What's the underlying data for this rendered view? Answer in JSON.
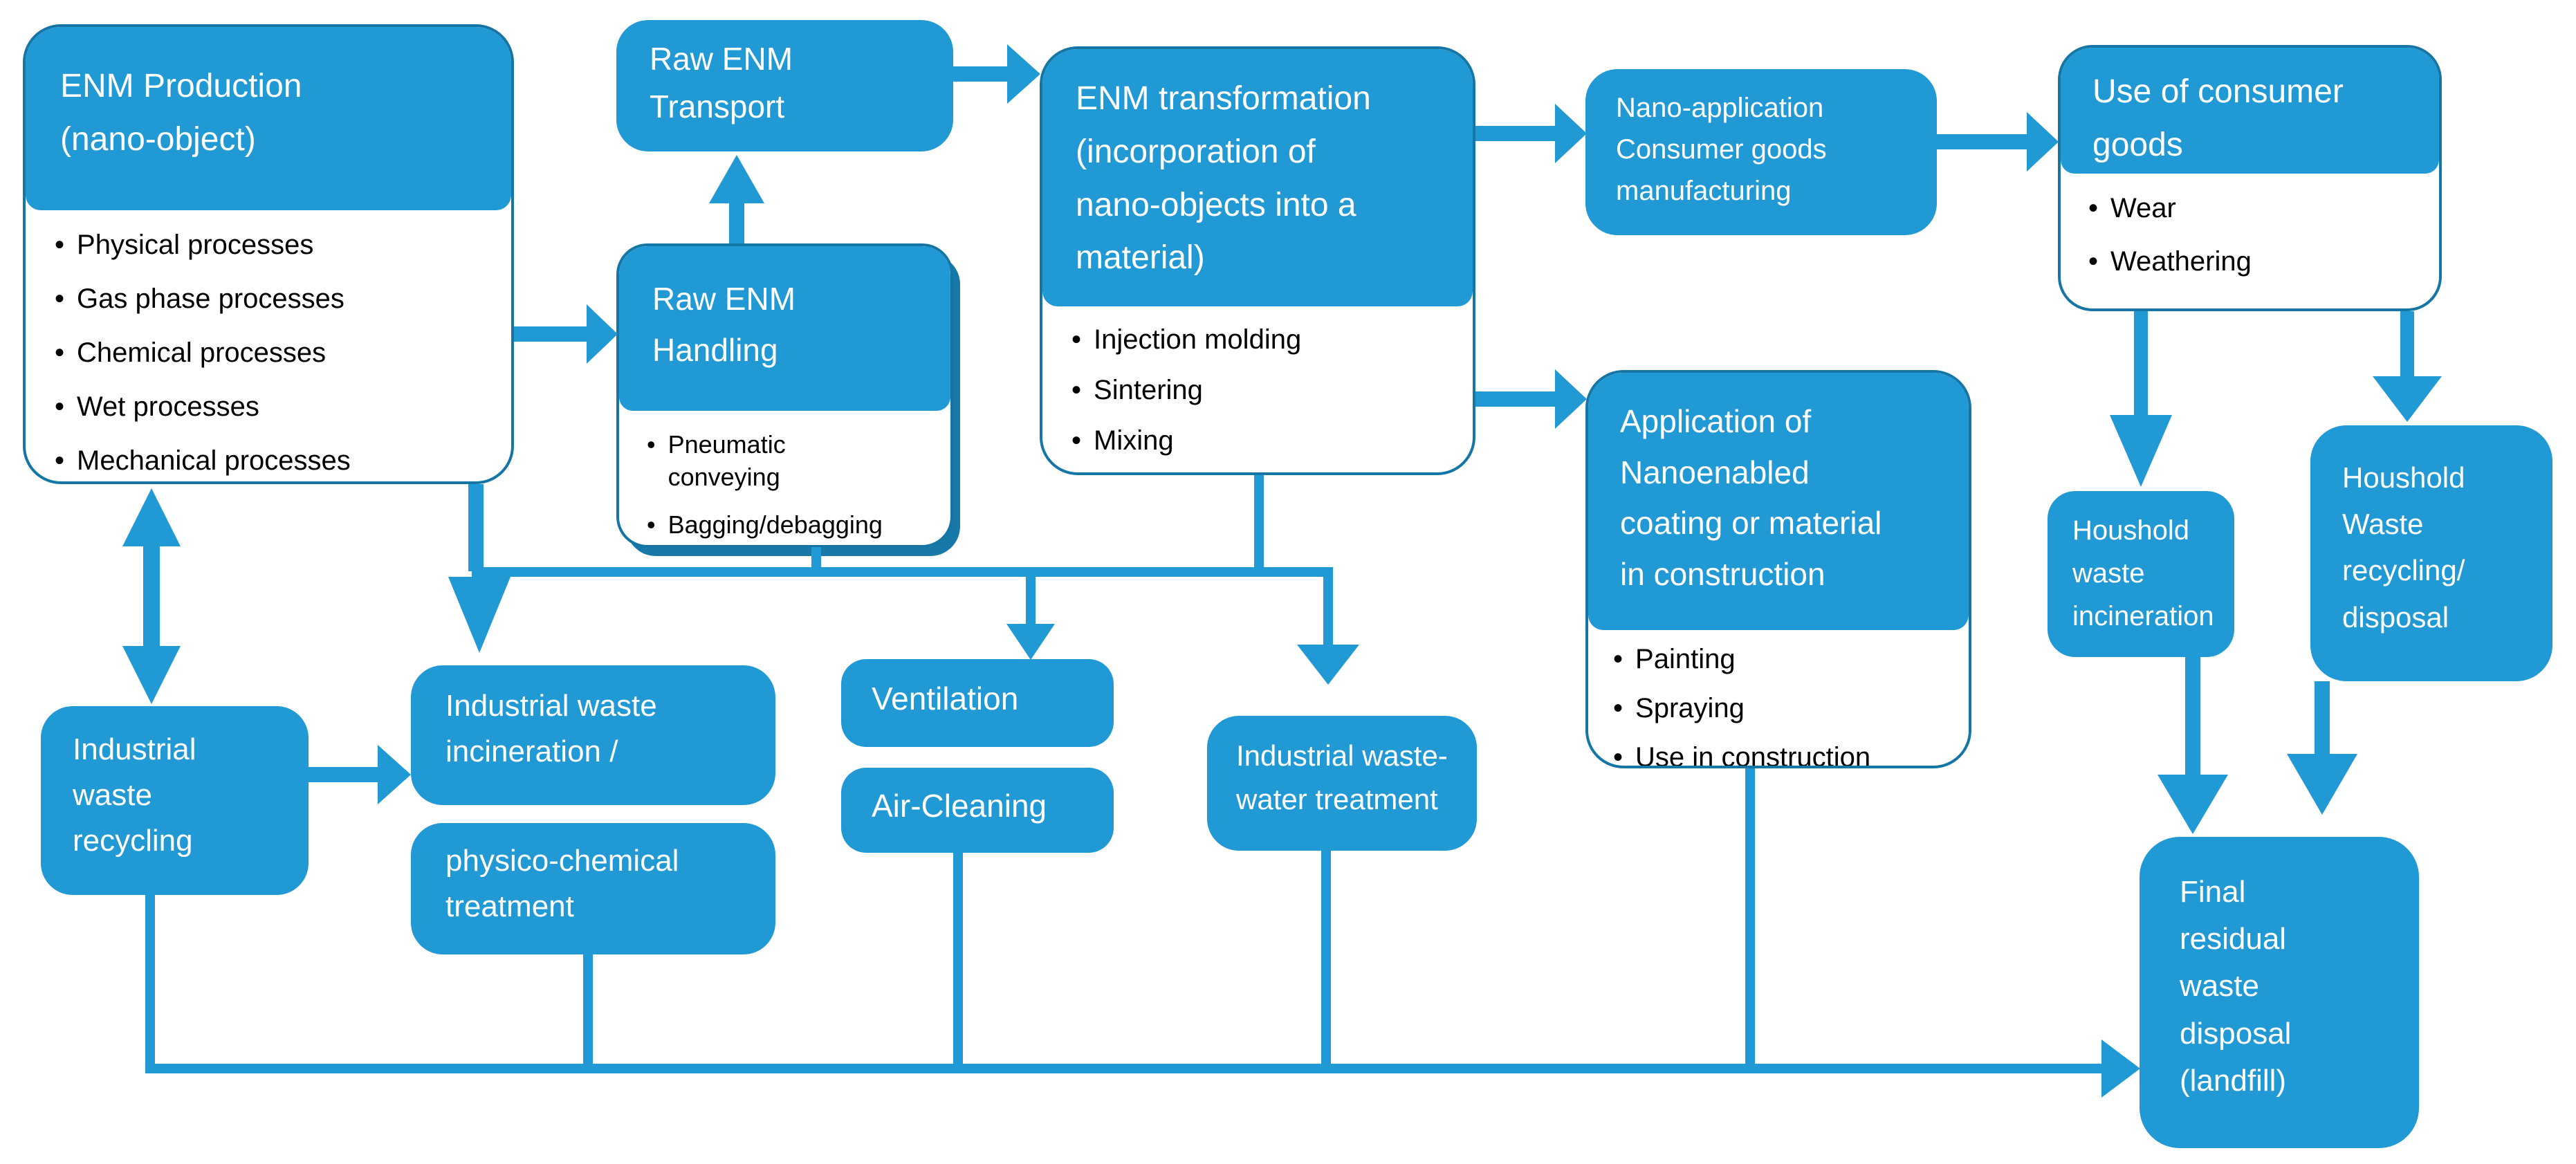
{
  "ui": {
    "bullet_glyph": "•"
  },
  "colors": {
    "node_fill": "#2199D5",
    "node_border": "#1576A6",
    "text_on_fill": "#ffffff",
    "bullet_text": "#000000"
  },
  "nodes": {
    "enm_production": {
      "title": "ENM Production\n(nano-object)",
      "bullets": [
        "Physical processes",
        "Gas phase processes",
        "Chemical processes",
        "Wet processes",
        "Mechanical processes"
      ]
    },
    "raw_enm_transport": {
      "title": "Raw ENM\nTransport"
    },
    "raw_enm_handling": {
      "title": "Raw ENM\nHandling",
      "bullets": [
        "Pneumatic conveying",
        "Bagging/debagging"
      ]
    },
    "enm_transformation": {
      "title": "ENM transformation\n(incorporation of\nnano-objects into a\nmaterial)",
      "bullets": [
        "Injection molding",
        "Sintering",
        "Mixing"
      ]
    },
    "nano_application": {
      "title": "Nano-application\nConsumer goods\nmanufacturing"
    },
    "use_consumer_goods": {
      "title": "Use of consumer\ngoods",
      "bullets": [
        "Wear",
        "Weathering"
      ]
    },
    "application_construction": {
      "title": "Application of\nNanoenabled\ncoating or material\nin construction",
      "bullets": [
        "Painting",
        "Spraying",
        "Use in construction"
      ]
    },
    "industrial_waste_recycling": {
      "title": "Industrial\nwaste\nrecycling"
    },
    "industrial_waste_incineration": {
      "title": "Industrial waste\nincineration /"
    },
    "physico_chemical": {
      "title": "physico-chemical\ntreatment"
    },
    "ventilation": {
      "title": "Ventilation"
    },
    "air_cleaning": {
      "title": "Air-Cleaning"
    },
    "waste_water": {
      "title": "Industrial waste-\nwater treatment"
    },
    "houshold_incineration": {
      "title": "Houshold\nwaste\nincineration"
    },
    "houshold_recycling": {
      "title": "Houshold\nWaste\nrecycling/\ndisposal"
    },
    "final_disposal": {
      "title": "Final\nresidual\nwaste\ndisposal\n(landfill)"
    }
  },
  "edges": [
    "enm_production -> raw_enm_handling",
    "raw_enm_handling -> raw_enm_transport",
    "raw_enm_transport -> enm_transformation",
    "enm_transformation -> nano_application",
    "nano_application -> use_consumer_goods",
    "enm_transformation -> application_construction",
    "enm_production <-> industrial_waste_recycling",
    "enm_production + raw_enm_handling + enm_transformation -> industrial_waste_incineration + ventilation + waste_water",
    "industrial_waste_recycling -> industrial_waste_incineration",
    "use_consumer_goods -> houshold_incineration",
    "use_consumer_goods -> houshold_recycling",
    "houshold_incineration -> final_disposal",
    "houshold_recycling -> final_disposal",
    "industrial_waste_recycling + physico_chemical + air_cleaning + waste_water + application_construction -> final_disposal"
  ]
}
